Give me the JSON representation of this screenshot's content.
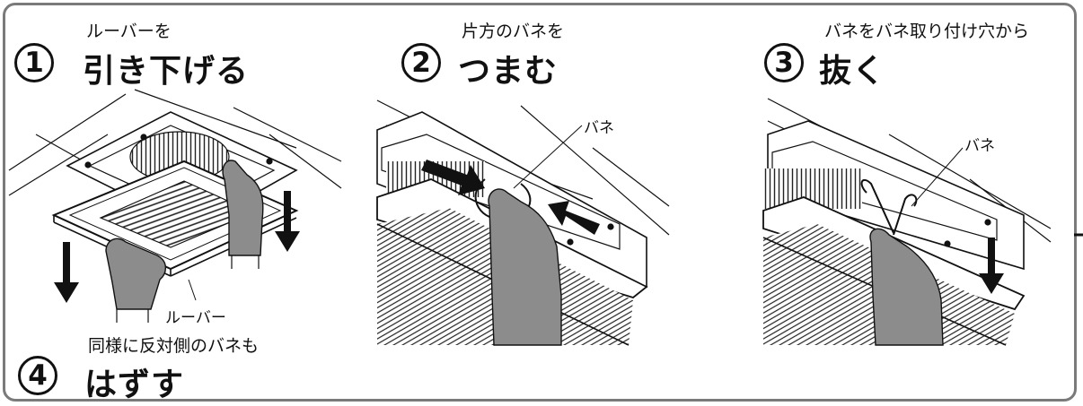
{
  "steps": [
    {
      "number": "1",
      "subtitle": "ルーバーを",
      "title": "引き下げる"
    },
    {
      "number": "2",
      "subtitle": "片方のバネを",
      "title": "つまむ"
    },
    {
      "number": "3",
      "subtitle": "バネをバネ取り付け穴から",
      "title": "抜く"
    },
    {
      "number": "4",
      "subtitle": "同様に反対側のバネも",
      "title": "はずす"
    }
  ],
  "labels": {
    "louver": "ルーバー",
    "spring_step2": "バネ",
    "spring_step3": "バネ"
  },
  "colors": {
    "frame": "#7a7a7a",
    "glove": "#8c8c8c",
    "line": "#111111"
  }
}
